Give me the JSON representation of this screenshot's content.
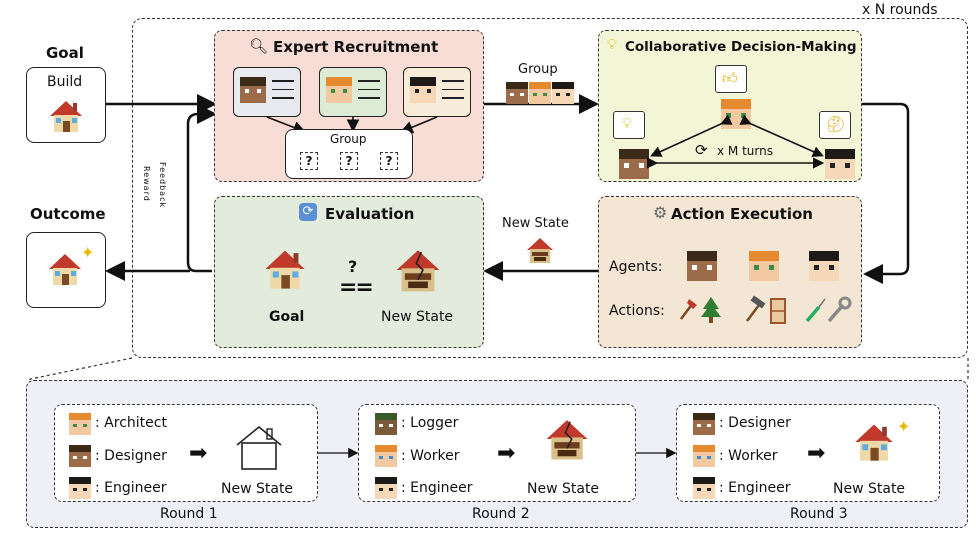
{
  "header": {
    "rounds_label": "x N rounds"
  },
  "left": {
    "goal_title": "Goal",
    "goal_box_label": "Build",
    "outcome_title": "Outcome",
    "reward_vertical": "Reward",
    "feedback_vertical": "Feedback"
  },
  "recruitment": {
    "title": "Expert Recruitment",
    "group_label": "Group",
    "slot_mark": "?"
  },
  "top_arrow": {
    "label": "Group"
  },
  "decision": {
    "title": "Collaborative Decision-Making",
    "turns_label": "x M turns"
  },
  "evaluation": {
    "title": "Evaluation",
    "compare_mark": "?",
    "equals": "==",
    "goal_label": "Goal",
    "state_label": "New State"
  },
  "mid_arrow": {
    "label": "New State"
  },
  "execution": {
    "title": "Action Execution",
    "agents_label": "Agents:",
    "actions_label": "Actions:"
  },
  "rounds": [
    {
      "name": "Round 1",
      "roles": [
        ": Architect",
        ": Designer",
        ": Engineer"
      ],
      "state_label": "New State"
    },
    {
      "name": "Round 2",
      "roles": [
        ": Logger",
        ": Worker",
        ": Engineer"
      ],
      "state_label": "New State"
    },
    {
      "name": "Round 3",
      "roles": [
        ": Designer",
        ": Worker",
        ": Engineer"
      ],
      "state_label": "New State"
    }
  ],
  "icons": {
    "magnifier": "magnifier-icon",
    "bulb": "lightbulb-icon",
    "cycle": "refresh-icon",
    "gear": "gear-icon",
    "thumbs": "thumbs-up-icon",
    "thinking": "thinking-face-icon",
    "sparkle": "sparkle-icon"
  },
  "colors": {
    "recruit_bg": "#f8dcd6",
    "decision_bg": "#f3f6d6",
    "eval_bg": "#e3ebdc",
    "exec_bg": "#f3e6d4",
    "bottom_bg": "#efeff7"
  }
}
